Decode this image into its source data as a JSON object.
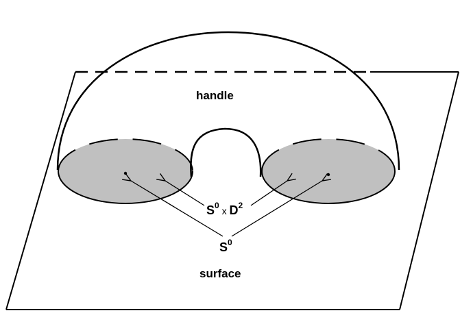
{
  "labels": {
    "handle": "handle",
    "s0_x_d2": {
      "s": "S",
      "sup1": "0",
      "x": " x ",
      "d": "D",
      "sup2": "2"
    },
    "s0": {
      "s": "S",
      "sup": "0"
    },
    "surface": "surface"
  },
  "colors": {
    "disk_fill": "#c0c0c0",
    "stroke": "#000000"
  }
}
